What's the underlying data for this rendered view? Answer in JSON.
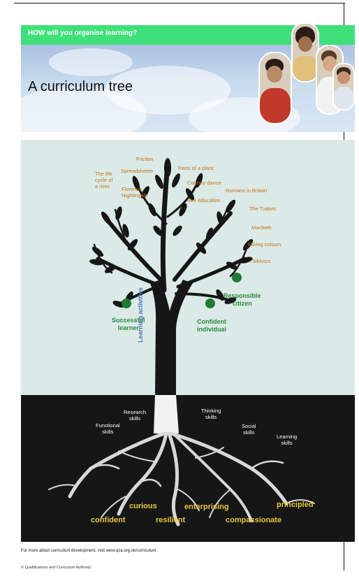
{
  "banner": {
    "text": "HOW will you organise learning?"
  },
  "header": {
    "title": "A curriculum tree"
  },
  "activities": {
    "life_cycle": "The life\ncycle of\na river",
    "spreadsheets": "Spreadsheets",
    "friction": "Friction",
    "florence": "Florence\nNightingale",
    "parts_of_plant": "Parts of a plant",
    "country_dance": "Country dance",
    "sex_education": "Sex education",
    "romans": "Romans in Britain",
    "tudors": "The Tudors",
    "macbeth": "Macbeth",
    "mixing_colours": "Mixing colours",
    "sikhism": "Sikhism"
  },
  "aims": {
    "successful": "Successful\nlearner",
    "confident": "Confident\nindividual",
    "responsible": "Responsible\ncitizen"
  },
  "trunk": {
    "label": "Learning activities"
  },
  "skills": {
    "functional": "Functional\nskills",
    "research": "Research\nskills",
    "thinking": "Thinking\nskills",
    "social": "Social\nskills",
    "learning": "Learning\nskills"
  },
  "qualities": {
    "confident": "confident",
    "curious": "curious",
    "resilient": "resilient",
    "enterprising": "enterprising",
    "compassionate": "compassionate",
    "principled": "principled"
  },
  "footer": {
    "more_info": "For more about curriculum development, visit www.qca.org.uk/curriculum",
    "copyright": "© Qualifications and Curriculum Authority"
  },
  "colors": {
    "banner": "#3fe07a",
    "tree_background": "#dbeae6",
    "ground": "#161616",
    "activity_text": "#c2721d",
    "aim_text": "#2b8a3e",
    "quality_text": "#e7c83a",
    "trunk_label": "#4a74b8"
  }
}
